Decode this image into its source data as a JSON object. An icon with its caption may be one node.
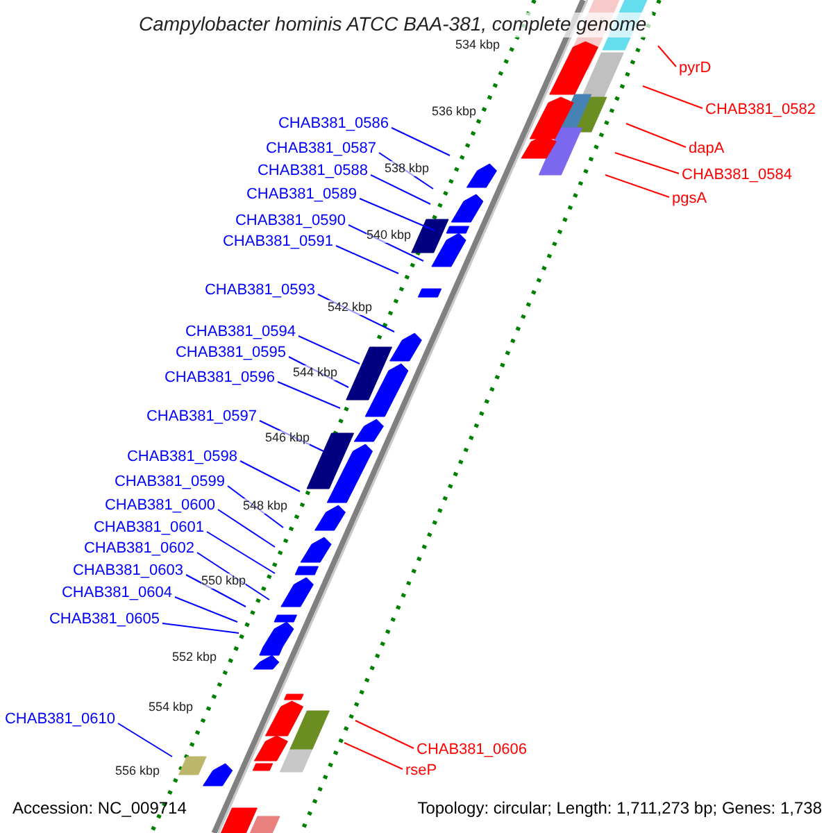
{
  "diagram": {
    "title": "Campylobacter hominis ATCC BAA-381, complete genome",
    "nodes": [
      {
        "text": [
          "pyrD"
        ]
      },
      {
        "text": [
          "CHAB381_0582"
        ]
      },
      {
        "text": [
          "dapA"
        ]
      },
      {
        "text": [
          "CHAB381_0584"
        ]
      },
      {
        "text": [
          "pgsA"
        ]
      },
      {
        "text": [
          "CHAB381_0586"
        ]
      },
      {
        "text": [
          "CHAB381_0587"
        ]
      },
      {
        "text": [
          "CHAB381_0588"
        ]
      },
      {
        "text": [
          "CHAB381_0589"
        ]
      },
      {
        "text": [
          "CHAB381_0590"
        ]
      },
      {
        "text": [
          "CHAB381_0591"
        ]
      },
      {
        "text": [
          "CHAB381_0593"
        ]
      },
      {
        "text": [
          "CHAB381_0594"
        ]
      },
      {
        "text": [
          "CHAB381_0595"
        ]
      },
      {
        "text": [
          "CHAB381_0596"
        ]
      },
      {
        "text": [
          "CHAB381_0597"
        ]
      },
      {
        "text": [
          "CHAB381_0598"
        ]
      },
      {
        "text": [
          "CHAB381_0599"
        ]
      },
      {
        "text": [
          "CHAB381_0600"
        ]
      },
      {
        "text": [
          "CHAB381_0601"
        ]
      },
      {
        "text": [
          "CHAB381_0602"
        ]
      },
      {
        "text": [
          "CHAB381_0603"
        ]
      },
      {
        "text": [
          "CHAB381_0604"
        ]
      },
      {
        "text": [
          "CHAB381_0605"
        ]
      },
      {
        "text": [
          "CHAB381_0610"
        ]
      },
      {
        "text": [
          "CHAB381_0606"
        ]
      },
      {
        "text": [
          "rseP"
        ]
      }
    ],
    "edges": [
      {
        "from": 0,
        "to": null,
        "arrow": "none",
        "color": "#ff0000"
      },
      {
        "from": 1,
        "to": null,
        "arrow": "none",
        "color": "#ff0000"
      },
      {
        "from": 2,
        "to": null,
        "arrow": "none",
        "color": "#ff0000"
      },
      {
        "from": 3,
        "to": null,
        "arrow": "none",
        "color": "#ff0000"
      },
      {
        "from": 4,
        "to": null,
        "arrow": "none",
        "color": "#ff0000"
      },
      {
        "from": 5,
        "to": null,
        "arrow": "none"
      },
      {
        "from": 6,
        "to": null,
        "arrow": "none"
      },
      {
        "from": 7,
        "to": null,
        "arrow": "none"
      },
      {
        "from": 8,
        "to": null,
        "arrow": "none"
      },
      {
        "from": 9,
        "to": null,
        "arrow": "none"
      },
      {
        "from": 10,
        "to": null,
        "arrow": "none"
      },
      {
        "from": 11,
        "to": null,
        "arrow": "none"
      },
      {
        "from": 12,
        "to": null,
        "arrow": "none"
      },
      {
        "from": 13,
        "to": null,
        "arrow": "none"
      },
      {
        "from": 14,
        "to": null,
        "arrow": "none"
      },
      {
        "from": 15,
        "to": null,
        "arrow": "none"
      },
      {
        "from": 16,
        "to": null,
        "arrow": "none"
      },
      {
        "from": 17,
        "to": null,
        "arrow": "none"
      },
      {
        "from": 18,
        "to": null,
        "arrow": "none"
      },
      {
        "from": 19,
        "to": null,
        "arrow": "none"
      },
      {
        "from": 20,
        "to": null,
        "arrow": "none"
      },
      {
        "from": 21,
        "to": null,
        "arrow": "none"
      },
      {
        "from": 22,
        "to": null,
        "arrow": "none"
      },
      {
        "from": 23,
        "to": null,
        "arrow": "none"
      },
      {
        "from": 24,
        "to": null,
        "arrow": "none"
      },
      {
        "from": 25,
        "to": null,
        "arrow": "none",
        "color": "#ff0000"
      },
      {
        "from": 26,
        "to": null,
        "arrow": "none",
        "color": "#ff0000"
      }
    ],
    "labels": [
      "534 kbp",
      "536 kbp",
      "538 kbp",
      "540 kbp",
      "542 kbp",
      "544 kbp",
      "546 kbp",
      "548 kbp",
      "550 kbp",
      "552 kbp",
      "554 kbp",
      "556 kbp",
      "Accession: NC_009714",
      "Topology: circular; Length: 1,711,273 bp; Genes: 1,738"
    ]
  }
}
